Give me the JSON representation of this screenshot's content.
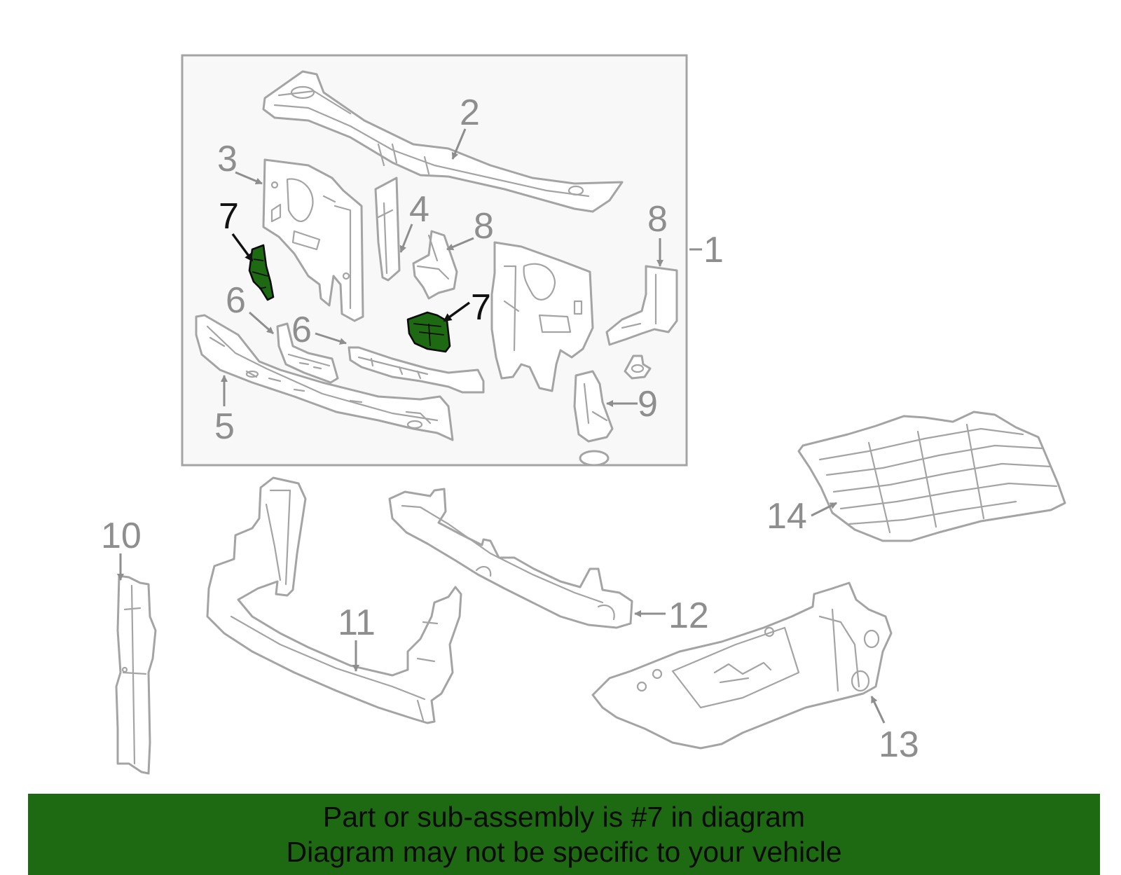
{
  "callouts": {
    "c1": "1",
    "c2": "2",
    "c3": "3",
    "c4": "4",
    "c5": "5",
    "c6a": "6",
    "c6b": "6",
    "c7a": "7",
    "c7b": "7",
    "c8a": "8",
    "c8b": "8",
    "c9": "9",
    "c10": "10",
    "c11": "11",
    "c12": "12",
    "c13": "13",
    "c14": "14"
  },
  "highlighted_part": "7",
  "banner": {
    "line1": "Part or sub-assembly is #7 in diagram",
    "line2": "Diagram may not be specific to your vehicle"
  },
  "colors": {
    "highlight": "#1e6a12",
    "part_stroke": "#a4a4a4",
    "label_gray": "#8e8e8e",
    "assembly_bg": "#f8f8f8"
  }
}
